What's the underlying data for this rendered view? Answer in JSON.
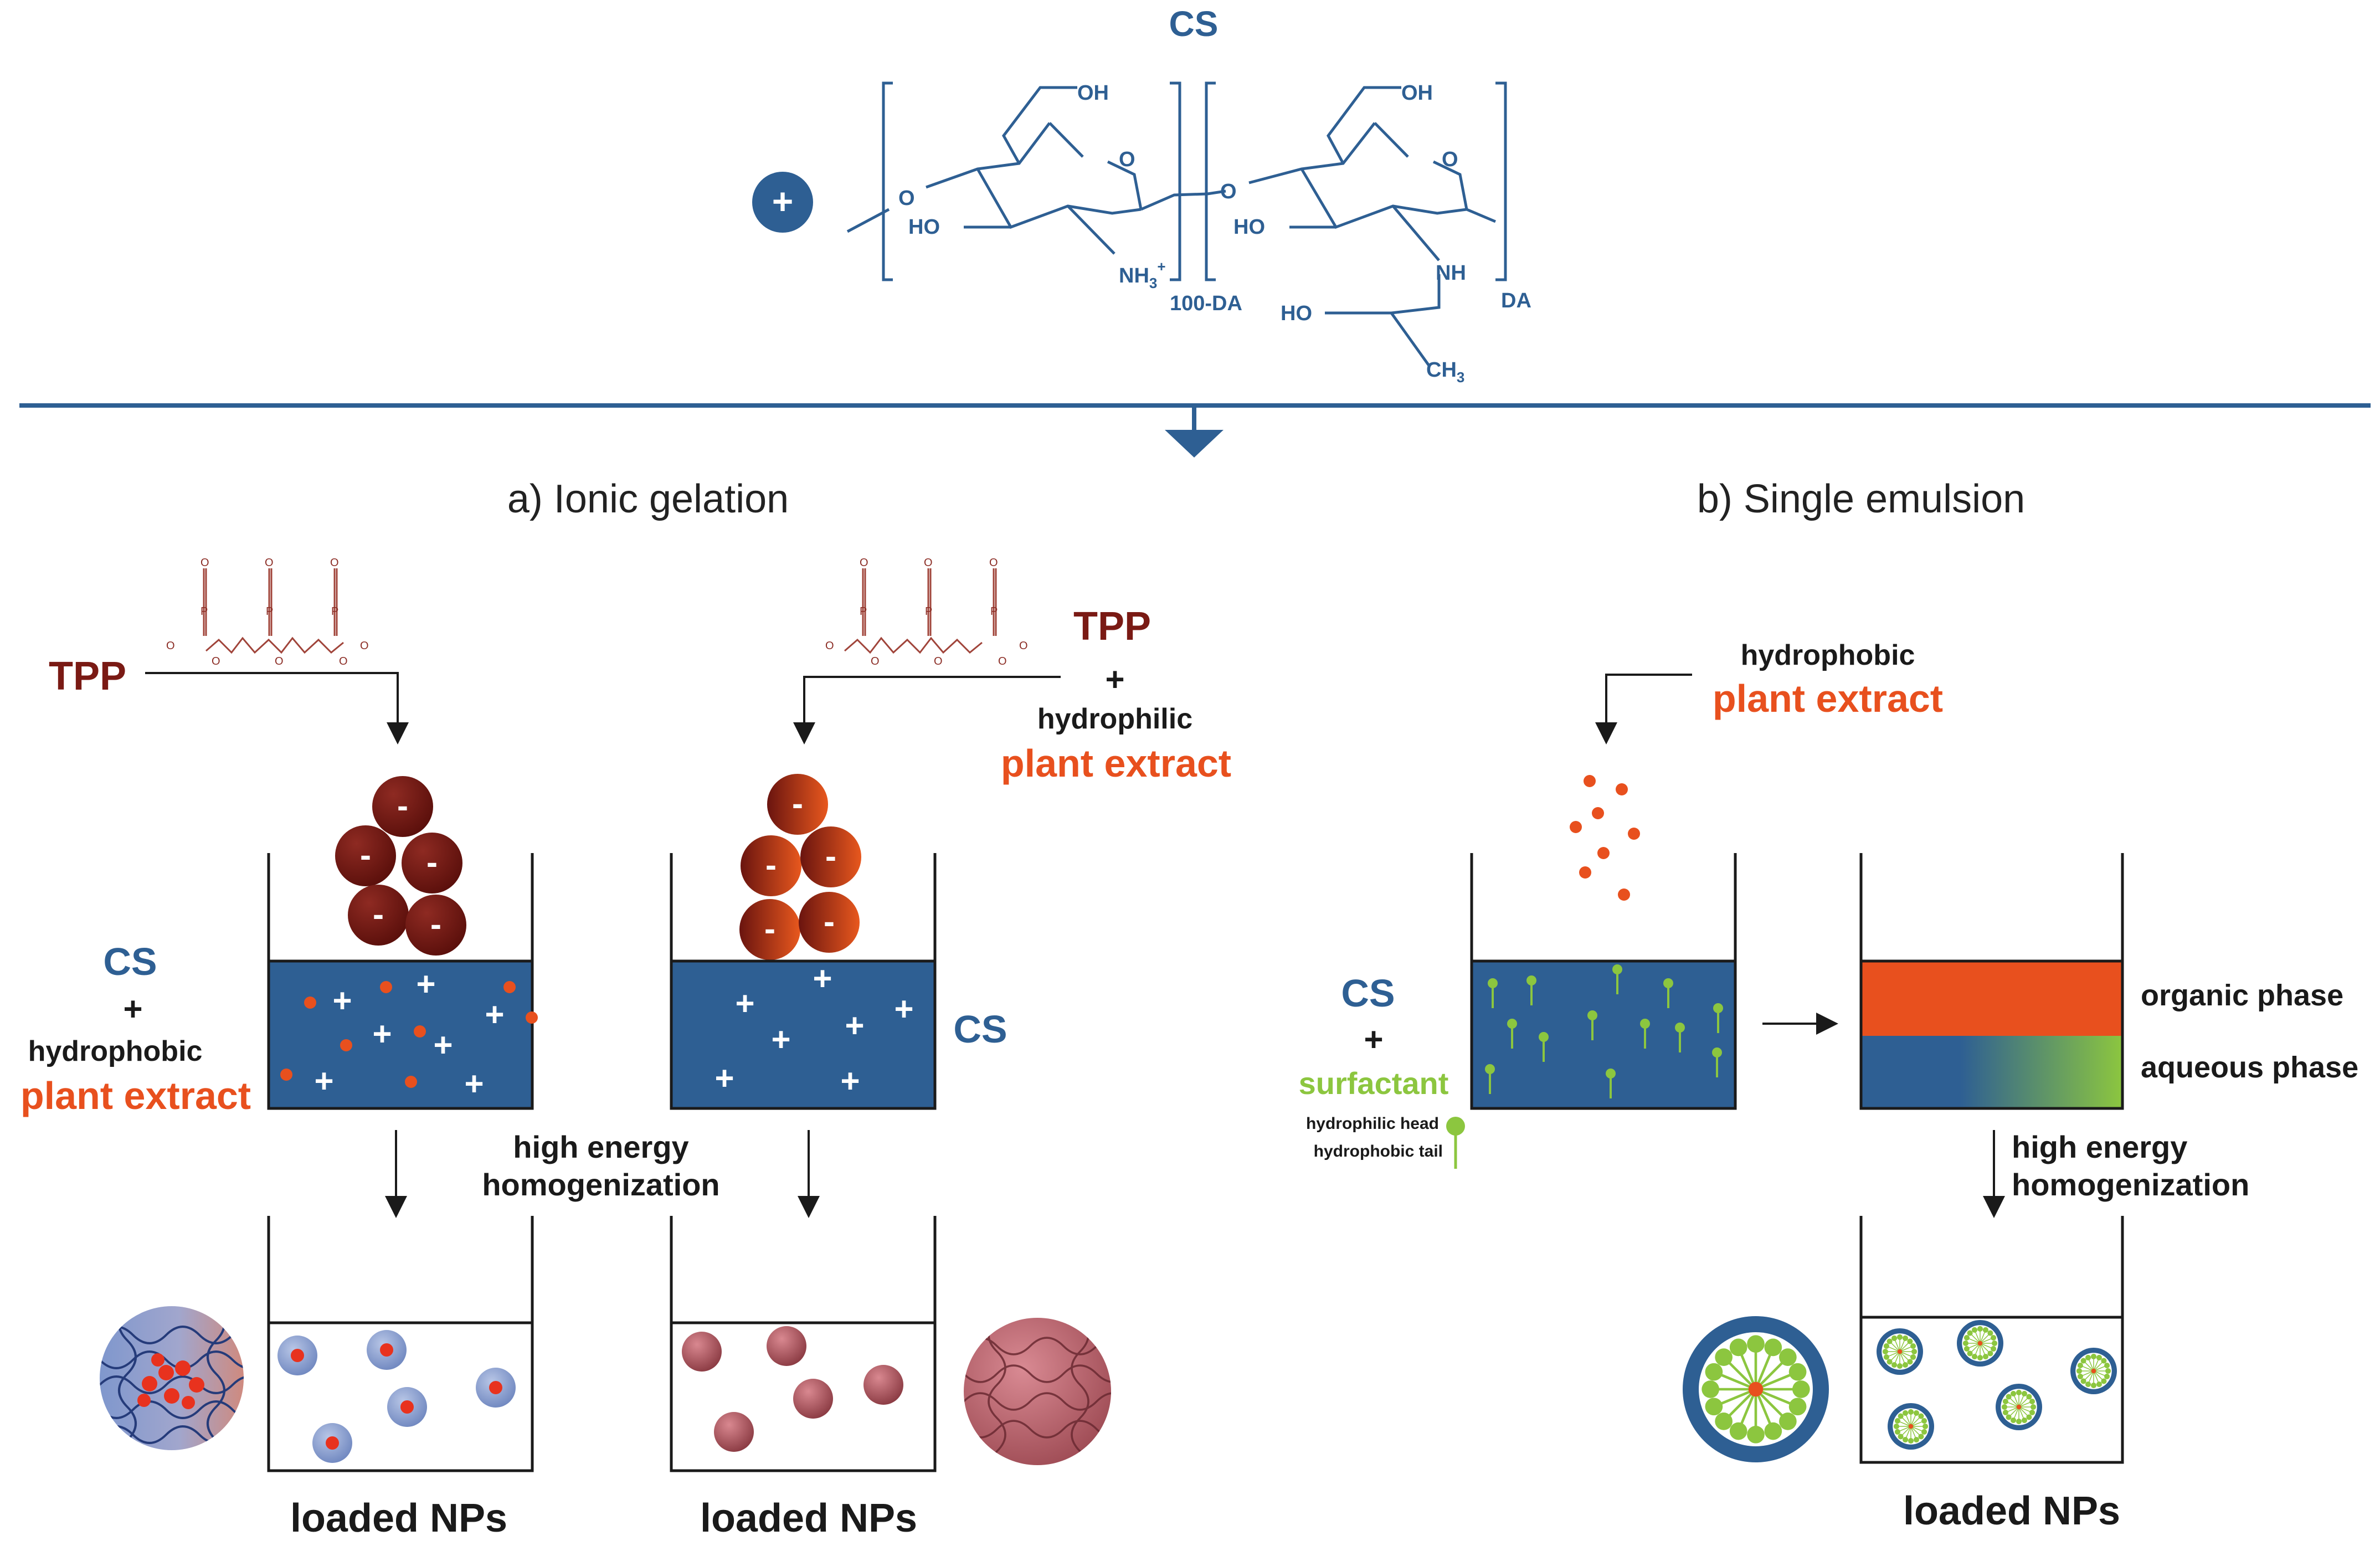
{
  "chitosan": {
    "label": "CS",
    "plus_sign": "+",
    "oh_1": "OH",
    "o_ring_1": "O",
    "o_link_left": "O",
    "ho_1": "HO",
    "nh3": "NH",
    "nh3_sub": "3",
    "nh3_sup": "+",
    "subscript_left": "100-DA",
    "o_link_mid": "O",
    "oh_2": "OH",
    "o_ring_2": "O",
    "ho_2": "HO",
    "nh": "NH",
    "ho_side": "HO",
    "ch3": "CH",
    "ch3_sub": "3",
    "subscript_right": "DA"
  },
  "section_a": {
    "title": "a) Ionic gelation",
    "left": {
      "tpp_label": "TPP",
      "cs_label": "CS",
      "plus": "+",
      "extract_type": "hydrophobic",
      "extract_label": "plant extract",
      "product_label": "loaded NPs"
    },
    "right": {
      "tpp_label": "TPP",
      "plus": "+",
      "extract_type": "hydrophilic",
      "extract_label": "plant extract",
      "cs_label": "CS",
      "product_label": "loaded NPs"
    },
    "process_line1": "high energy",
    "process_line2": "homogenization"
  },
  "section_b": {
    "title": "b) Single emulsion",
    "extract_type": "hydrophobic",
    "extract_label": "plant extract",
    "cs_label": "CS",
    "plus": "+",
    "surfactant_label": "surfactant",
    "head_label": "hydrophilic head",
    "tail_label": "hydrophobic tail",
    "organic_label": "organic phase",
    "aqueous_label": "aqueous phase",
    "process_line1": "high energy",
    "process_line2": "homogenization",
    "product_label": "loaded NPs"
  },
  "symbols": {
    "tpp_o": "O",
    "tpp_p": "P",
    "tpp_o_minus": "O",
    "minus_sign": "-"
  },
  "colors": {
    "chitosan_blue": "#2e5f93",
    "tpp_red": "#7a1a14",
    "extract_orange": "#e8501e",
    "surfactant_green": "#8cc63f",
    "nanoparticle_pink": "#b85a64"
  }
}
